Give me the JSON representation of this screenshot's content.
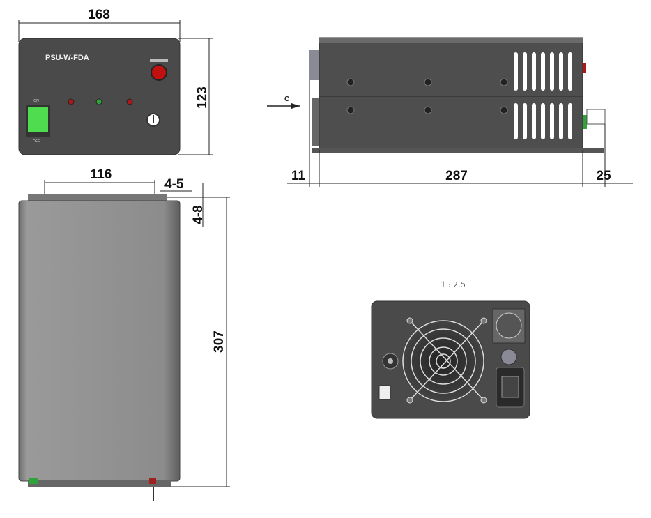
{
  "front_view": {
    "model_label": "PSU-W-FDA",
    "width_dim": "168",
    "height_dim": "123",
    "switch_on": "ON",
    "switch_off": "OFF",
    "colors": {
      "body": "#4a4a4a",
      "switch": "#3fcf3f",
      "led_red": "#b01818",
      "led_green": "#2fa33a",
      "estop": "#c01010"
    }
  },
  "top_view": {
    "mount_spacing_dim": "116",
    "slot_width_dim": "4-5",
    "slot_depth_dim": "4-8",
    "length_dim": "307"
  },
  "side_view": {
    "view_marker": "C",
    "left_protrusion_dim": "11",
    "body_length_dim": "287",
    "right_protrusion_dim": "25"
  },
  "rear_view": {
    "scale_label": "1 : 2.5"
  }
}
